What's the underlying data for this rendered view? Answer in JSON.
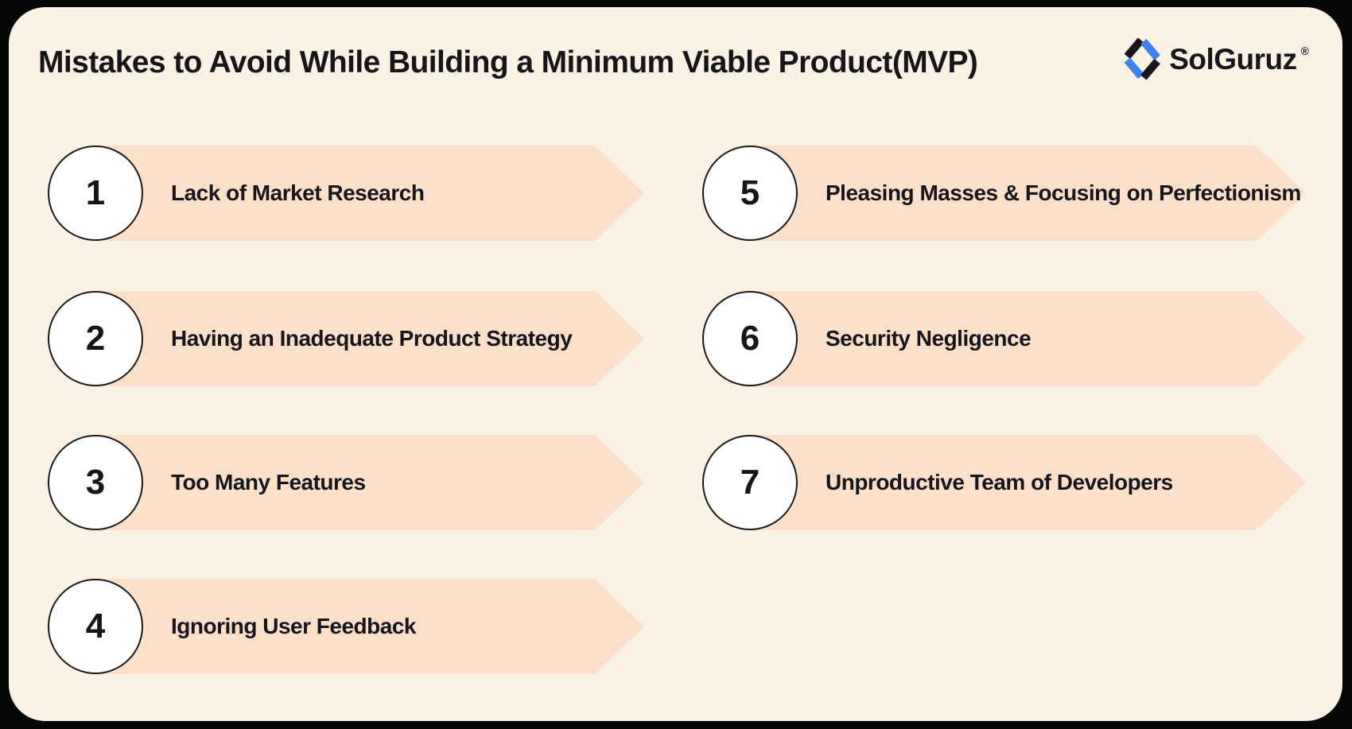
{
  "header": {
    "title": "Mistakes to Avoid While Building a Minimum Viable Product(MVP)",
    "logo": {
      "text": "SolGuruz",
      "registered_mark": "®"
    }
  },
  "items": [
    {
      "number": "1",
      "label": "Lack of Market Research"
    },
    {
      "number": "2",
      "label": "Having an Inadequate Product Strategy"
    },
    {
      "number": "3",
      "label": "Too Many Features"
    },
    {
      "number": "4",
      "label": "Ignoring User Feedback"
    },
    {
      "number": "5",
      "label": "Pleasing Masses & Focusing on Perfectionism"
    },
    {
      "number": "6",
      "label": "Security Negligence"
    },
    {
      "number": "7",
      "label": "Unproductive Team of Developers"
    }
  ],
  "colors": {
    "canvas_bg": "#050505",
    "card_bg": "#FAF3E5",
    "arrow_fill": "#FCE0C9",
    "circle_fill": "#FFFFFF",
    "circle_border": "#1A1A1A",
    "text_dark": "#15151A",
    "logo_dark": "#16161C",
    "logo_blue": "#4180EF"
  }
}
